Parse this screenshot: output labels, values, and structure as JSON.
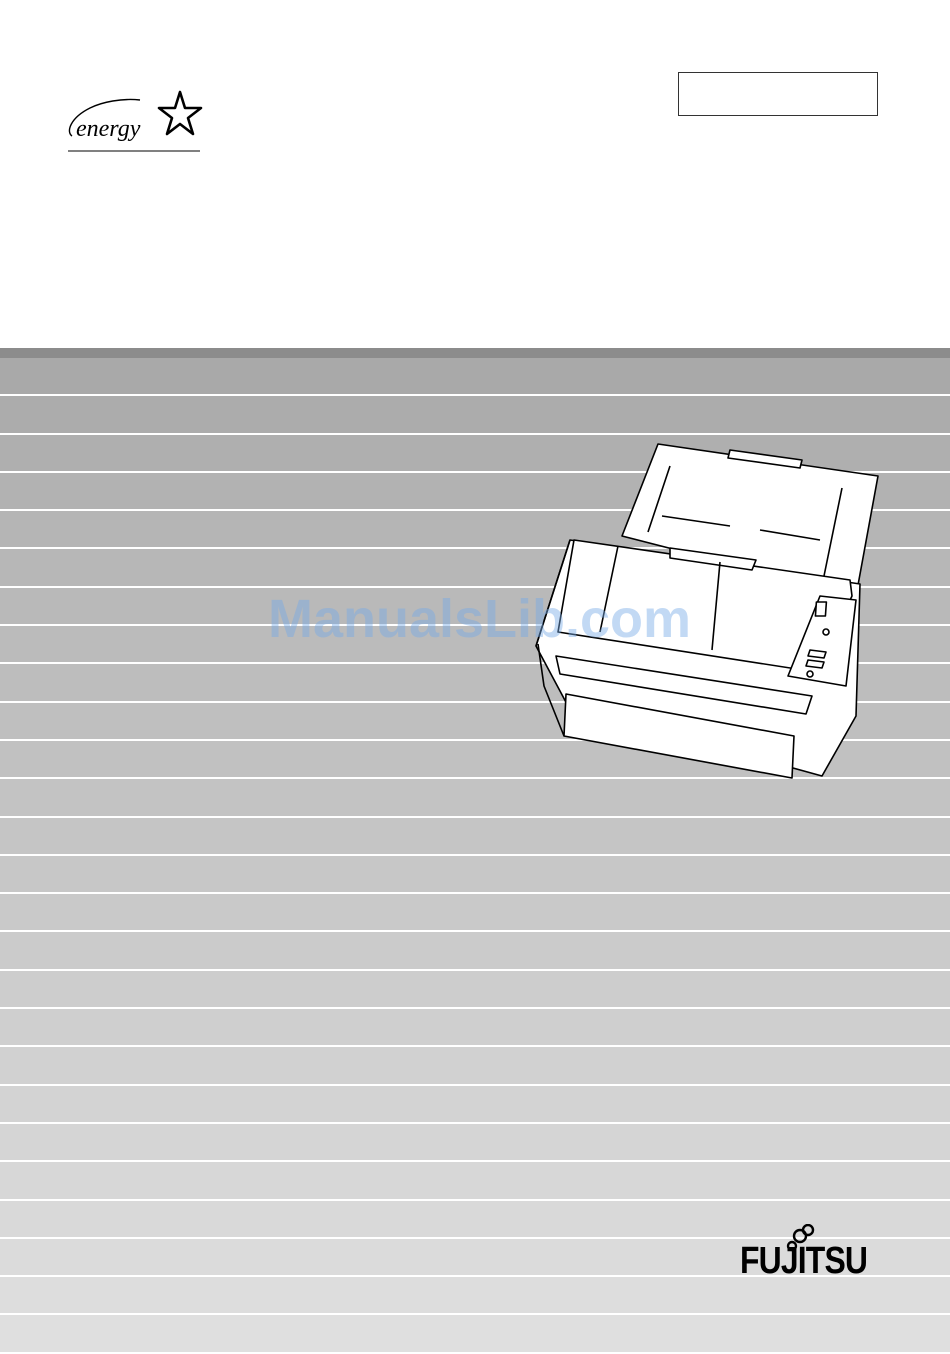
{
  "logos": {
    "energy": "energy",
    "fujitsu": "FUJITSU"
  },
  "watermark": "ManualsLib.com",
  "stripes": {
    "colors": [
      "#a9a9a9",
      "#acacac",
      "#afafaf",
      "#b2b2b2",
      "#b5b5b5",
      "#b7b7b7",
      "#b9b9b9",
      "#bbbbbb",
      "#bdbdbd",
      "#bfbfbf",
      "#c1c1c1",
      "#c3c3c3",
      "#c5c5c5",
      "#c7c7c7",
      "#c9c9c9",
      "#cbcbcb",
      "#cdcdcd",
      "#cfcfcf",
      "#d1d1d1",
      "#d3d3d3",
      "#d5d5d5",
      "#d7d7d7",
      "#d9d9d9",
      "#dbdbdb",
      "#dddddd",
      "#dfdfdf"
    ]
  },
  "illustration": {
    "icon": "document-scanner-icon"
  }
}
